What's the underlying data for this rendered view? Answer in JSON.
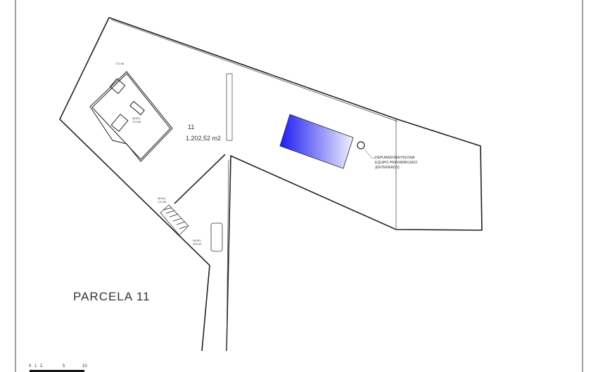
{
  "plan": {
    "title": "PARCELA 11",
    "lot_number": "11",
    "lot_area": "1.202,52 m2",
    "level_top": "172.65",
    "house_level_label": "NIVEL",
    "house_level": "172.80",
    "stairs_level_label": "NIVEL",
    "stairs_level": "172.65",
    "drive_level_label": "NIVEL",
    "drive_level": "169.40",
    "pool_note": [
      "DEPURADORA PISCINA",
      "EQUIPO PREFABRICADO",
      "(ENTERRADO)"
    ],
    "pool_color": "#2a2ae6",
    "scale_ticks": [
      "0",
      "1",
      "2",
      "5",
      "10"
    ]
  }
}
